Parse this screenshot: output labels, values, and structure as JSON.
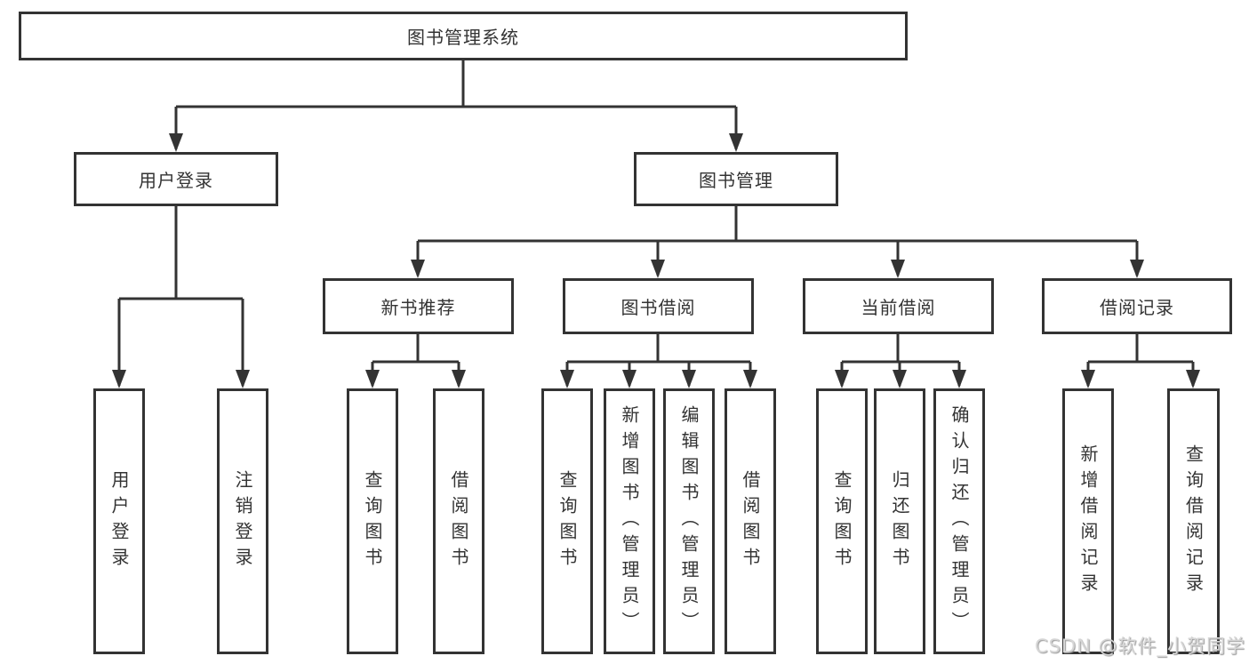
{
  "nodes": {
    "root": "图书管理系统",
    "level2": [
      "用户登录",
      "图书管理"
    ],
    "level3": [
      "新书推荐",
      "图书借阅",
      "当前借阅",
      "借阅记录"
    ],
    "leaves": {
      "userLogin": [
        "用户登录",
        "注销登录"
      ],
      "newBook": [
        "查询图书",
        "借阅图书"
      ],
      "bookBorrow": [
        "查询图书",
        "新增图书（管理员）",
        "编辑图书（管理员）",
        "借阅图书"
      ],
      "currentBorrow": [
        "查询图书",
        "归还图书",
        "确认归还（管理员）"
      ],
      "borrowRecords": [
        "新增借阅记录",
        "查询借阅记录"
      ]
    }
  },
  "watermark": {
    "text": "CSDN @软件_小贺同学"
  },
  "colors": {
    "line": "#333333",
    "border": "#333333",
    "text": "#333333",
    "watermark": "#d6d6d6",
    "background": "#ffffff"
  }
}
